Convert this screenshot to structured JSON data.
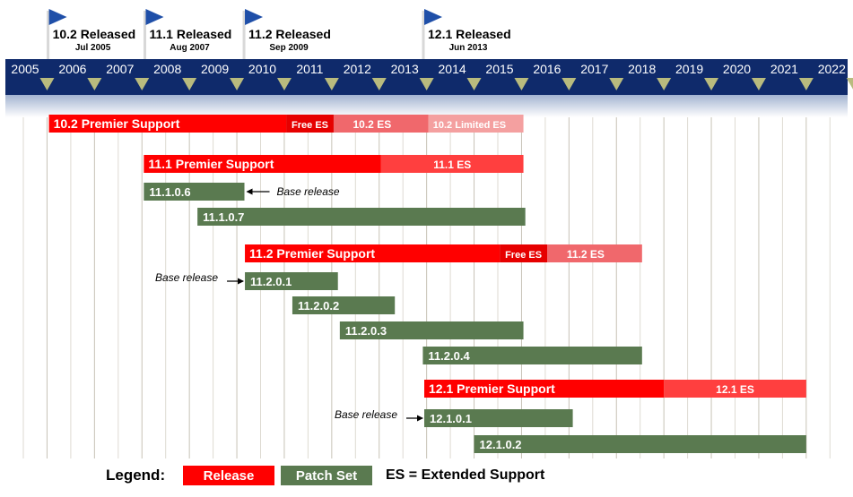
{
  "years": [
    "2005",
    "2006",
    "2007",
    "2008",
    "2009",
    "2010",
    "2011",
    "2012",
    "2013",
    "2014",
    "2015",
    "2016",
    "2017",
    "2018",
    "2019",
    "2020",
    "2021",
    "2022"
  ],
  "milestones": [
    {
      "title": "10.2 Released",
      "date": "Jul 2005",
      "year": 2005.54
    },
    {
      "title": "11.1 Released",
      "date": "Aug 2007",
      "year": 2007.58
    },
    {
      "title": "11.2 Released",
      "date": "Sep 2009",
      "year": 2009.67
    },
    {
      "title": "12.1 Released",
      "date": "Jun 2013",
      "year": 2013.45
    }
  ],
  "bars": [
    {
      "label": "10.2 Premier Support",
      "kind": "premier",
      "start": 2005.54,
      "end": 2010.54,
      "row": 0
    },
    {
      "label": "Free ES",
      "kind": "free-es",
      "start": 2010.54,
      "end": 2011.54,
      "row": 0
    },
    {
      "label": "10.2 ES",
      "kind": "es",
      "start": 2011.54,
      "end": 2013.54,
      "row": 0
    },
    {
      "label": "10.2 Limited ES",
      "kind": "limited-es",
      "start": 2013.54,
      "end": 2015.54,
      "row": 0
    },
    {
      "label": "11.1 Premier Support",
      "kind": "premier",
      "start": 2007.54,
      "end": 2012.54,
      "row": 1
    },
    {
      "label": "11.1 ES",
      "kind": "es-bright",
      "start": 2012.54,
      "end": 2015.54,
      "row": 1
    },
    {
      "label": "11.1.0.6",
      "kind": "patch",
      "start": 2007.54,
      "end": 2009.66,
      "row": 2
    },
    {
      "label": "11.1.0.7",
      "kind": "patch",
      "start": 2008.67,
      "end": 2015.58,
      "row": 3
    },
    {
      "label": "11.2 Premier Support",
      "kind": "premier",
      "start": 2009.67,
      "end": 2015.04,
      "row": 4
    },
    {
      "label": "Free ES",
      "kind": "free-es",
      "start": 2015.04,
      "end": 2016.04,
      "row": 4
    },
    {
      "label": "11.2 ES",
      "kind": "es",
      "start": 2016.04,
      "end": 2018.04,
      "row": 4
    },
    {
      "label": "11.2.0.1",
      "kind": "patch",
      "start": 2009.67,
      "end": 2011.63,
      "row": 5
    },
    {
      "label": "11.2.0.2",
      "kind": "patch",
      "start": 2010.67,
      "end": 2012.83,
      "row": 6
    },
    {
      "label": "11.2.0.3",
      "kind": "patch",
      "start": 2011.67,
      "end": 2015.54,
      "row": 7
    },
    {
      "label": "11.2.0.4",
      "kind": "patch",
      "start": 2013.42,
      "end": 2018.04,
      "row": 8
    },
    {
      "label": "12.1 Premier Support",
      "kind": "premier",
      "start": 2013.45,
      "end": 2018.5,
      "row": 9
    },
    {
      "label": "12.1 ES",
      "kind": "es-bright",
      "start": 2018.5,
      "end": 2021.5,
      "row": 9
    },
    {
      "label": "12.1.0.1",
      "kind": "patch",
      "start": 2013.45,
      "end": 2016.58,
      "row": 10
    },
    {
      "label": "12.1.0.2",
      "kind": "patch",
      "start": 2014.5,
      "end": 2021.5,
      "row": 11
    }
  ],
  "annotations": [
    {
      "text": "Base release",
      "side": "right",
      "row": 2,
      "at": 2009.66
    },
    {
      "text": "Base release",
      "side": "left",
      "row": 5,
      "at": 2009.67
    },
    {
      "text": "Base release",
      "side": "left",
      "row": 10,
      "at": 2013.45
    }
  ],
  "colors": {
    "premier": "#ff0000",
    "free-es": "#e60000",
    "es": "#f0686c",
    "es-bright": "#ff3f3f",
    "limited-es": "#f4a0a0",
    "patch": "#5a7a50",
    "band": "#0f2a6b",
    "marker": "#b9bb7e"
  },
  "legend": {
    "title": "Legend:",
    "release": "Release",
    "patch": "Patch Set",
    "es": "ES = Extended Support"
  }
}
